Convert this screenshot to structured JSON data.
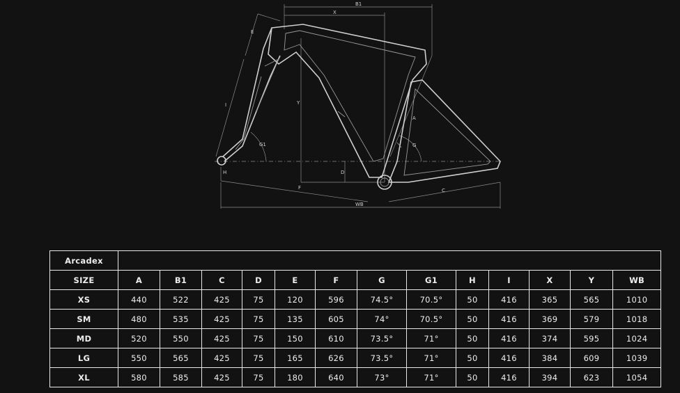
{
  "diagram": {
    "labels": {
      "b1": "B1",
      "x": "X",
      "e": "E",
      "i": "I",
      "y": "Y",
      "g1": "G1",
      "h": "H",
      "d": "D",
      "a": "A",
      "g": "G",
      "f": "F",
      "c": "C",
      "wb": "WB"
    }
  },
  "table": {
    "model": "Arcadex",
    "headers": [
      "SIZE",
      "A",
      "B1",
      "C",
      "D",
      "E",
      "F",
      "G",
      "G1",
      "H",
      "I",
      "X",
      "Y",
      "WB"
    ],
    "rows": [
      [
        "XS",
        "440",
        "522",
        "425",
        "75",
        "120",
        "596",
        "74.5°",
        "70.5°",
        "50",
        "416",
        "365",
        "565",
        "1010"
      ],
      [
        "SM",
        "480",
        "535",
        "425",
        "75",
        "135",
        "605",
        "74°",
        "70.5°",
        "50",
        "416",
        "369",
        "579",
        "1018"
      ],
      [
        "MD",
        "520",
        "550",
        "425",
        "75",
        "150",
        "610",
        "73.5°",
        "71°",
        "50",
        "416",
        "374",
        "595",
        "1024"
      ],
      [
        "LG",
        "550",
        "565",
        "425",
        "75",
        "165",
        "626",
        "73.5°",
        "71°",
        "50",
        "416",
        "384",
        "609",
        "1039"
      ],
      [
        "XL",
        "580",
        "585",
        "425",
        "75",
        "180",
        "640",
        "73°",
        "71°",
        "50",
        "416",
        "394",
        "623",
        "1054"
      ]
    ]
  }
}
